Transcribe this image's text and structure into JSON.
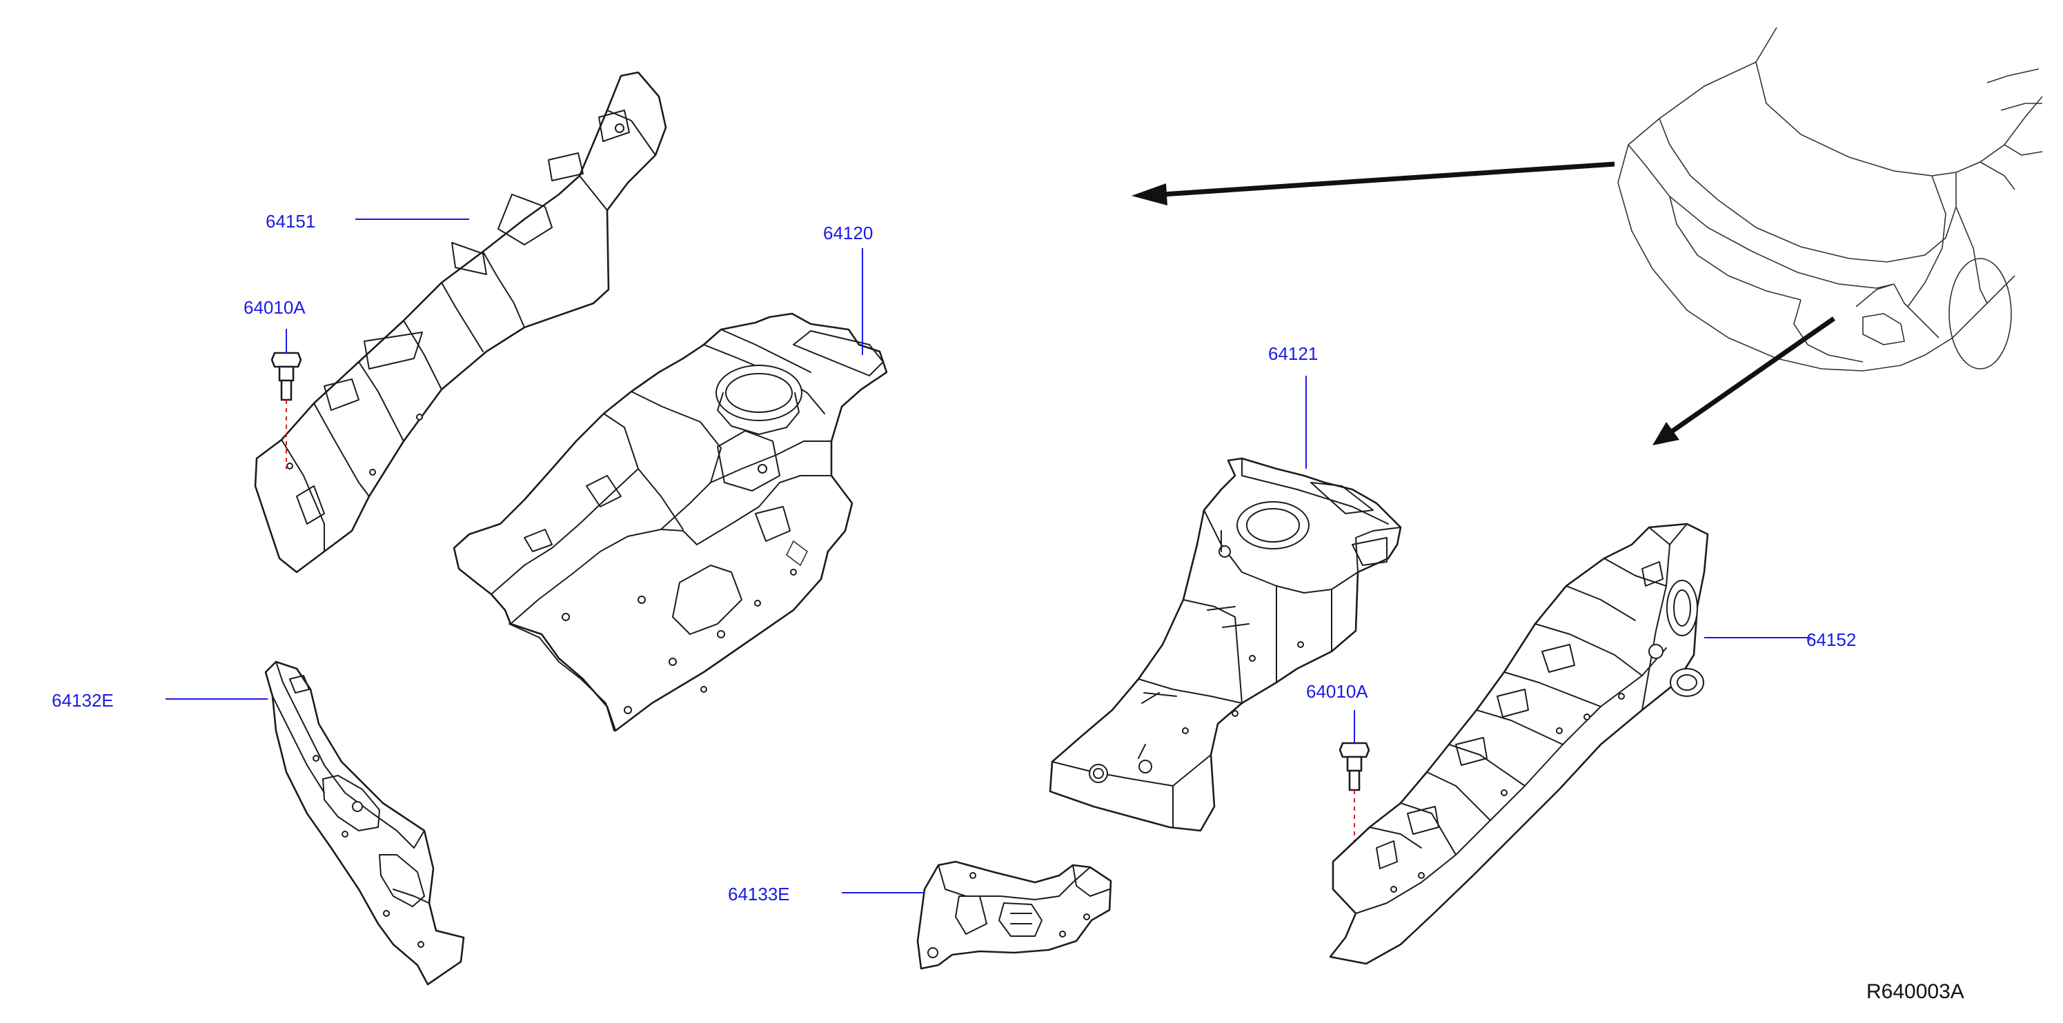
{
  "parts": [
    {
      "id": "p64151",
      "label": "64151"
    },
    {
      "id": "p64010A_left",
      "label": "64010A"
    },
    {
      "id": "p64120",
      "label": "64120"
    },
    {
      "id": "p64121",
      "label": "64121"
    },
    {
      "id": "p64010A_right",
      "label": "64010A"
    },
    {
      "id": "p64152",
      "label": "64152"
    },
    {
      "id": "p64132E",
      "label": "64132E"
    },
    {
      "id": "p64133E",
      "label": "64133E"
    }
  ],
  "diagram_code": "R640003A",
  "colors": {
    "label": "#1a1ae6",
    "line_art": "#1c1c1c",
    "fastener_axis": "#d0202a"
  }
}
